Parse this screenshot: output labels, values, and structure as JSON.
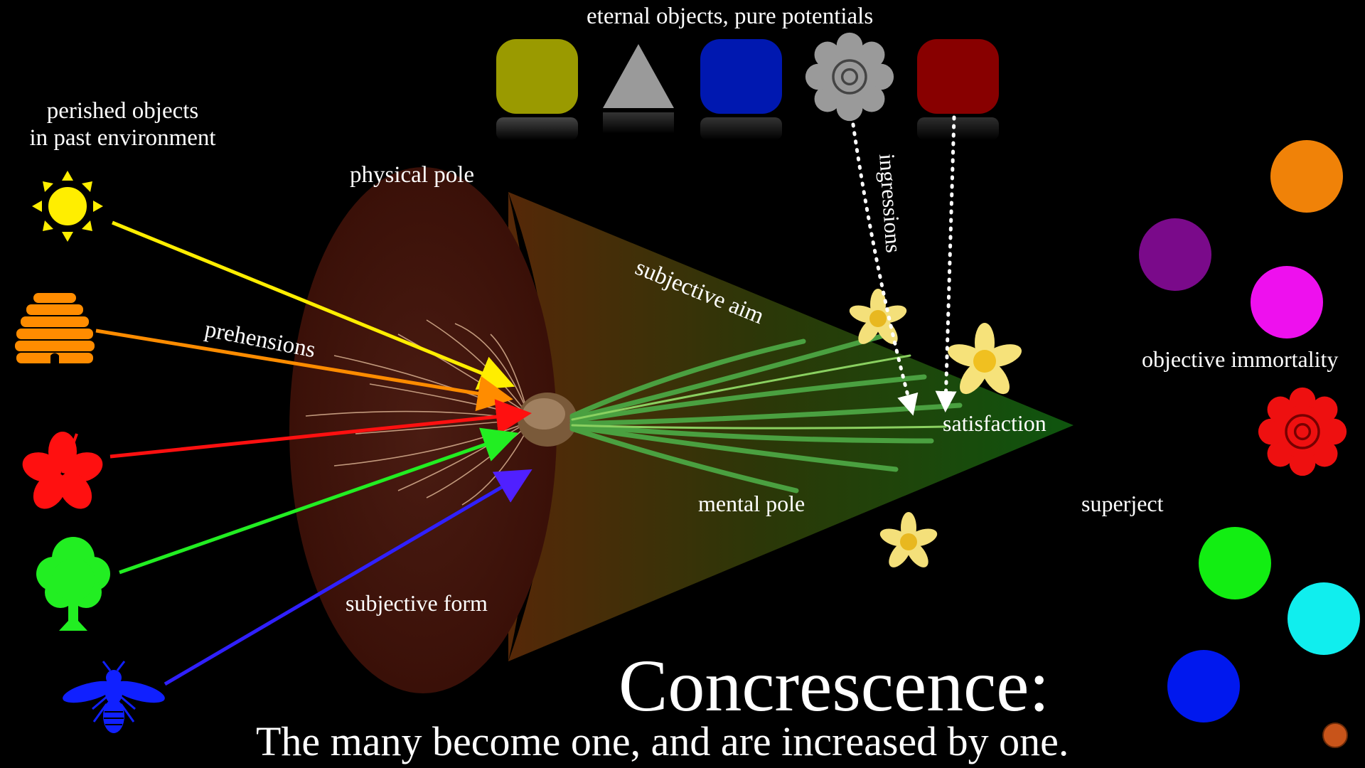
{
  "labels": {
    "eternal_objects": "eternal objects, pure potentials",
    "perished_line1": "perished objects",
    "perished_line2": "in past environment",
    "physical_pole": "physical pole",
    "prehensions": "prehensions",
    "subjective_aim": "subjective aim",
    "ingressions": "ingressions",
    "satisfaction": "satisfaction",
    "mental_pole": "mental pole",
    "subjective_form": "subjective form",
    "objective_immortality": "objective immortality",
    "superject": "superject"
  },
  "title": "Concrescence:",
  "subtitle": "The many become one, and are increased by one.",
  "eternal_objects": [
    {
      "shape": "rounded-square",
      "color": "#9a9a00"
    },
    {
      "shape": "triangle",
      "color": "#9a9a9a"
    },
    {
      "shape": "rounded-square",
      "color": "#0018b0"
    },
    {
      "shape": "rose",
      "color": "#9a9a9a"
    },
    {
      "shape": "rounded-square",
      "color": "#880000"
    }
  ],
  "perished_objects": [
    {
      "icon": "sun-icon",
      "color": "#ffee00",
      "arrow_color": "#ffee00"
    },
    {
      "icon": "beehive-icon",
      "color": "#ff8c00",
      "arrow_color": "#ff8c00"
    },
    {
      "icon": "hibiscus-icon",
      "color": "#ff1010",
      "arrow_color": "#ff1010"
    },
    {
      "icon": "tree-icon",
      "color": "#22ee22",
      "arrow_color": "#22ee22"
    },
    {
      "icon": "bee-icon",
      "color": "#1020ff",
      "arrow_color": "#3020ff"
    }
  ],
  "superject_objects": [
    {
      "shape": "circle",
      "color": "#f08208"
    },
    {
      "shape": "circle",
      "color": "#7a0a8a"
    },
    {
      "shape": "circle",
      "color": "#ee10ee"
    },
    {
      "shape": "rose",
      "color": "#ee1010"
    },
    {
      "shape": "circle",
      "color": "#12ee12"
    },
    {
      "shape": "circle",
      "color": "#10eeee"
    },
    {
      "shape": "circle",
      "color": "#0018ee"
    }
  ]
}
